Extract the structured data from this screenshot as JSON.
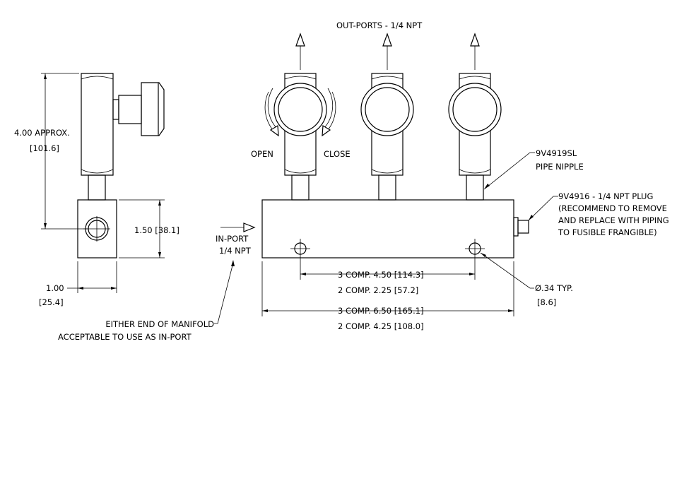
{
  "side_view": {
    "height_dim": "4.00 APPROX.",
    "height_dim_mm": "[101.6]",
    "block_height_dim": "1.50 [38.1]",
    "width_dim": "1.00",
    "width_dim_mm": "[25.4]"
  },
  "front_view": {
    "outports_label": "OUT-PORTS - 1/4 NPT",
    "open_label": "OPEN",
    "close_label": "CLOSE",
    "nipple_part": "9V4919SL",
    "nipple_label": "PIPE NIPPLE",
    "plug_lines": [
      "9V4916 - 1/4 NPT PLUG",
      "(RECOMMEND TO REMOVE",
      "AND REPLACE WITH PIPING",
      "TO FUSIBLE FRANGIBLE)"
    ],
    "inport_label": "IN-PORT",
    "inport_size": "1/4 NPT",
    "hole_spacing_3": "3 COMP. 4.50 [114.3]",
    "hole_spacing_2": "2 COMP. 2.25 [57.2]",
    "hole_dia": "Ø.34 TYP.",
    "hole_dia_mm": "[8.6]",
    "length_3": "3 COMP. 6.50 [165.1]",
    "length_2": "2 COMP. 4.25 [108.0]",
    "note_line1": "EITHER END OF MANIFOLD",
    "note_line2": "ACCEPTABLE TO USE AS IN-PORT"
  }
}
